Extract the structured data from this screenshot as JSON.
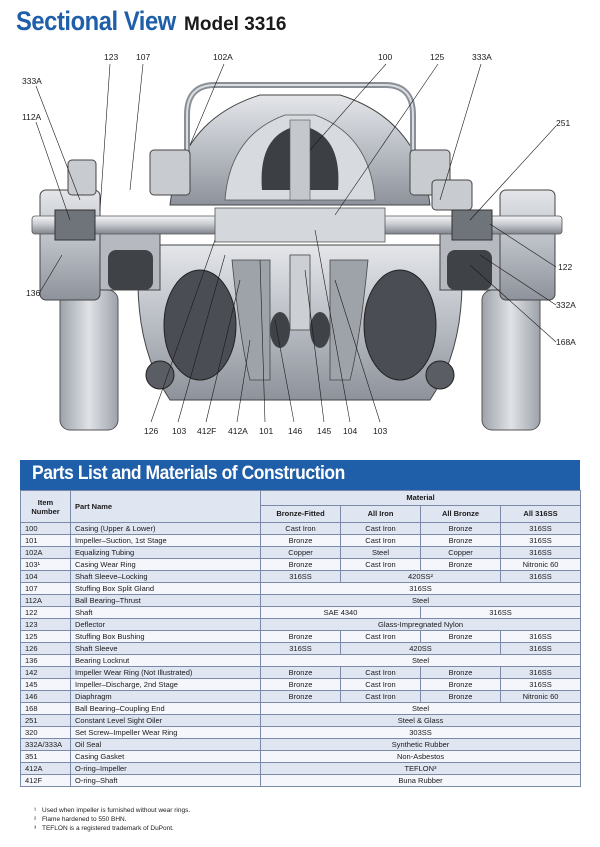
{
  "header": {
    "title": "Sectional View",
    "model": "Model 3316"
  },
  "diagram": {
    "callouts": [
      "123",
      "107",
      "102A",
      "100",
      "125",
      "333A",
      "333A",
      "112A",
      "251",
      "122",
      "136",
      "332A",
      "168A",
      "126",
      "103",
      "412F",
      "412A",
      "101",
      "146",
      "145",
      "104",
      "103"
    ]
  },
  "parts_list": {
    "title": "Parts List and Materials of Construction",
    "material_header": "Material",
    "columns": {
      "item": "Item Number",
      "name": "Part Name",
      "bronze_fitted": "Bronze-Fitted",
      "all_iron": "All Iron",
      "all_bronze": "All Bronze",
      "all_316ss": "All 316SS"
    },
    "rows": [
      {
        "item": "100",
        "name": "Casing (Upper & Lower)",
        "cells": [
          "Cast Iron",
          "Cast Iron",
          "Bronze",
          "316SS"
        ]
      },
      {
        "item": "101",
        "name": "Impeller–Suction, 1st Stage",
        "cells": [
          "Bronze",
          "Cast Iron",
          "Bronze",
          "316SS"
        ]
      },
      {
        "item": "102A",
        "name": "Equalizing Tubing",
        "cells": [
          "Copper",
          "Steel",
          "Copper",
          "316SS"
        ]
      },
      {
        "item": "103¹",
        "name": "Casing Wear Ring",
        "cells": [
          "Bronze",
          "Cast Iron",
          "Bronze",
          "Nitronic 60"
        ]
      },
      {
        "item": "104",
        "name": "Shaft Sleeve–Locking",
        "cells": [
          "316SS",
          "420SS²",
          "316SS"
        ]
      },
      {
        "item": "107",
        "name": "Stuffing Box Split Gland",
        "cells": [
          "316SS"
        ]
      },
      {
        "item": "112A",
        "name": "Ball Bearing–Thrust",
        "cells": [
          "Steel"
        ]
      },
      {
        "item": "122",
        "name": "Shaft",
        "cells": [
          "SAE 4340",
          "316SS"
        ]
      },
      {
        "item": "123",
        "name": "Deflector",
        "cells": [
          "Glass-Impregnated Nylon"
        ]
      },
      {
        "item": "125",
        "name": "Stuffing Box Bushing",
        "cells": [
          "Bronze",
          "Cast Iron",
          "Bronze",
          "316SS"
        ]
      },
      {
        "item": "126",
        "name": "Shaft Sleeve",
        "cells": [
          "316SS",
          "420SS",
          "316SS"
        ]
      },
      {
        "item": "136",
        "name": "Bearing Locknut",
        "cells": [
          "Steel"
        ]
      },
      {
        "item": "142",
        "name": "Impeller Wear Ring (Not Illustrated)",
        "cells": [
          "Bronze",
          "Cast Iron",
          "Bronze",
          "316SS"
        ]
      },
      {
        "item": "145",
        "name": "Impeller–Discharge, 2nd Stage",
        "cells": [
          "Bronze",
          "Cast Iron",
          "Bronze",
          "316SS"
        ]
      },
      {
        "item": "146",
        "name": "Diaphragm",
        "cells": [
          "Bronze",
          "Cast Iron",
          "Bronze",
          "Nitronic 60"
        ]
      },
      {
        "item": "168",
        "name": "Ball Bearing–Coupling End",
        "cells": [
          "Steel"
        ]
      },
      {
        "item": "251",
        "name": "Constant Level Sight Oiler",
        "cells": [
          "Steel & Glass"
        ]
      },
      {
        "item": "320",
        "name": "Set Screw–Impeller Wear Ring",
        "cells": [
          "303SS"
        ]
      },
      {
        "item": "332A/333A",
        "name": "Oil Seal",
        "cells": [
          "Synthetic Rubber"
        ]
      },
      {
        "item": "351",
        "name": "Casing Gasket",
        "cells": [
          "Non-Asbestos"
        ]
      },
      {
        "item": "412A",
        "name": "O-ring–Impeller",
        "cells": [
          "TEFLON³"
        ]
      },
      {
        "item": "412F",
        "name": "O-ring–Shaft",
        "cells": [
          "Buna Rubber"
        ]
      }
    ]
  },
  "footnotes": [
    {
      "mark": "¹",
      "text": "Used when impeller is furnished without wear rings."
    },
    {
      "mark": "²",
      "text": "Flame hardened to 550 BHN."
    },
    {
      "mark": "³",
      "text": "TEFLON is a registered trademark of DuPont."
    }
  ]
}
